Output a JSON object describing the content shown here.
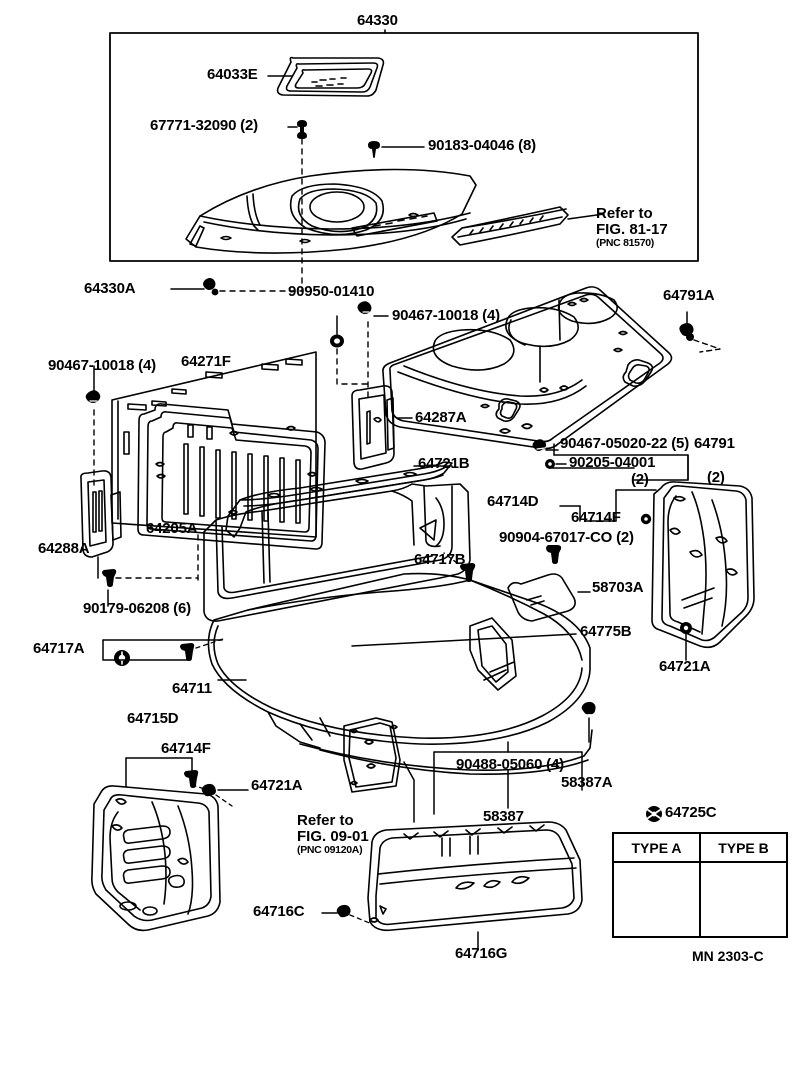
{
  "diagram": {
    "figure_code": "MN 2303-C",
    "title_part": "64330"
  },
  "labels": {
    "l64330": "64330",
    "l64033E": "64033E",
    "l67771": "67771-32090 (2)",
    "l90183": "90183-04046 (8)",
    "l64330A": "64330A",
    "l90950": "90950-01410",
    "l90467_10018_right": "90467-10018 (4)",
    "l64791A": "64791A",
    "l64271F": "64271F",
    "l90467_10018_left": "90467-10018 (4)",
    "l64287A": "64287A",
    "l90467_05020": "90467-05020-22 (5)",
    "l90205": "90205-04001",
    "l64791": "64791",
    "l64721B": "64721B",
    "l64288A": "64288A",
    "l64205A": "64205A",
    "l64714D": "64714D",
    "l64714F_right": "64714F",
    "l90904": "90904-67017-CO (2)",
    "l64717B": "64717B",
    "l58703A": "58703A",
    "l90179": "90179-06208 (6)",
    "l64717A": "64717A",
    "l64775B": "64775B",
    "l64711": "64711",
    "l64721A_right": "64721A",
    "l64715D": "64715D",
    "l64714F_left": "64714F",
    "l64721A_left": "64721A",
    "l90488": "90488-05060 (4)",
    "l58387A": "58387A",
    "l58387": "58387",
    "l64716C": "64716C",
    "l64716G": "64716G",
    "l64725C": "64725C",
    "l_paren2_a": "(2)",
    "l_paren2_b": "(2)"
  },
  "refer_notes": [
    {
      "line1": "Refer to",
      "line2": "FIG. 81-17",
      "pnc": "(PNC 81570)"
    },
    {
      "line1": "Refer to",
      "line2": "FIG. 09-01",
      "pnc": "(PNC 09120A)"
    }
  ],
  "clip_table": {
    "part_number": "64725C",
    "columns": [
      {
        "header": "TYPE A"
      },
      {
        "header": "TYPE B"
      }
    ]
  },
  "footer": {
    "code": "MN 2303-C"
  },
  "colors": {
    "ink": "#000000",
    "paper": "#ffffff"
  }
}
